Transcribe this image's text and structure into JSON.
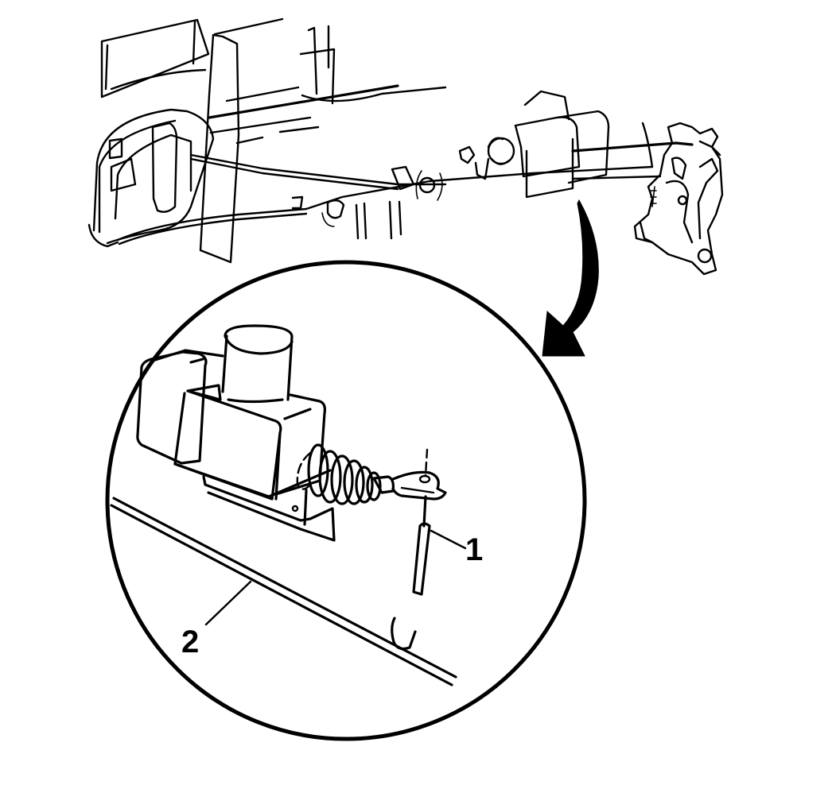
{
  "diagram": {
    "type": "exploded service illustration",
    "subject": "Door lock actuator and lock rod inside door panel",
    "views": [
      {
        "name": "overview",
        "description": "Door inner structure with lock rods, actuator, and latch assembly"
      },
      {
        "name": "detail",
        "description": "Enlarged circular detail of door lock actuator with rod connection"
      }
    ],
    "callouts": [
      {
        "id": "1",
        "label": "1",
        "points_to": "actuator lock rod clip"
      },
      {
        "id": "2",
        "label": "2",
        "points_to": "lock rod"
      }
    ],
    "colors": {
      "line": "#000000",
      "background": "#ffffff"
    }
  }
}
